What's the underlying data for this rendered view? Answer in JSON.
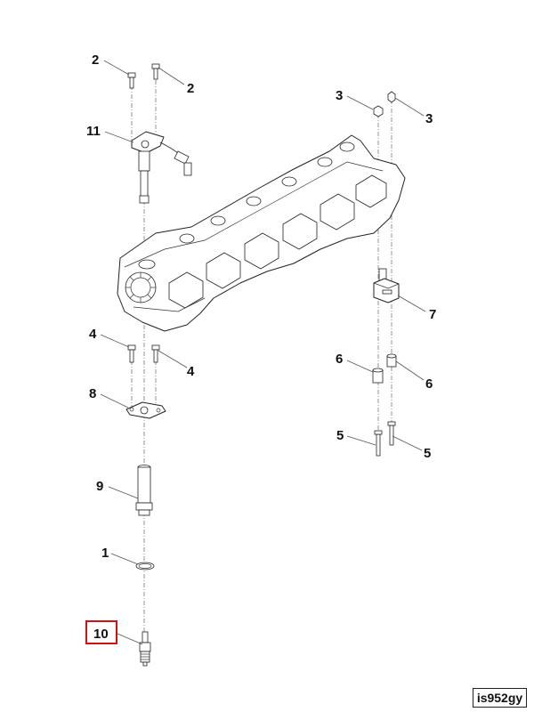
{
  "callouts": {
    "c2a": "2",
    "c2b": "2",
    "c3a": "3",
    "c3b": "3",
    "c11": "11",
    "c4a": "4",
    "c4b": "4",
    "c8": "8",
    "c7": "7",
    "c6a": "6",
    "c6b": "6",
    "c5a": "5",
    "c5b": "5",
    "c9": "9",
    "c1": "1",
    "c10": "10"
  },
  "highlight_color": "#d11111",
  "reference_code": "is952gy"
}
